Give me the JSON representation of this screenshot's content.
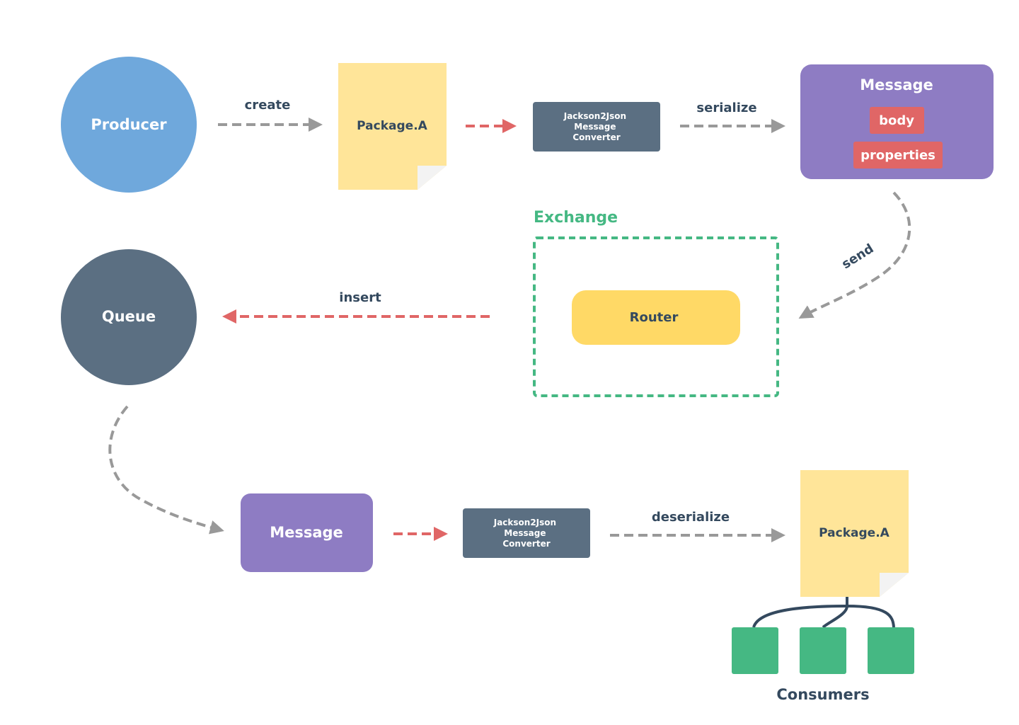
{
  "nodes": {
    "producer": "Producer",
    "package_top": "Package.A",
    "converter_top": [
      "Jackson2Json",
      "Message",
      "Converter"
    ],
    "message_top": {
      "title": "Message",
      "body": "body",
      "properties": "properties"
    },
    "exchange": "Exchange",
    "router": "Router",
    "queue": "Queue",
    "message_bottom": "Message",
    "converter_bottom": [
      "Jackson2Json",
      "Message",
      "Converter"
    ],
    "package_bottom": "Package.A",
    "consumers": "Consumers"
  },
  "edges": {
    "create": "create",
    "serialize": "serialize",
    "send": "send",
    "insert": "insert",
    "deserialize": "deserialize"
  },
  "colors": {
    "producer": "#6fa8dc",
    "package": "#ffe599",
    "package_fold": "#f3f3f3",
    "converter": "#5b6f82",
    "message": "#8e7cc3",
    "tag": "#e06666",
    "exchange_border": "#45b883",
    "router": "#ffd966",
    "queue": "#5b6f82",
    "consumer": "#45b883",
    "text_dark": "#34495e",
    "arrow_gray": "#999999",
    "arrow_red": "#e06666"
  }
}
